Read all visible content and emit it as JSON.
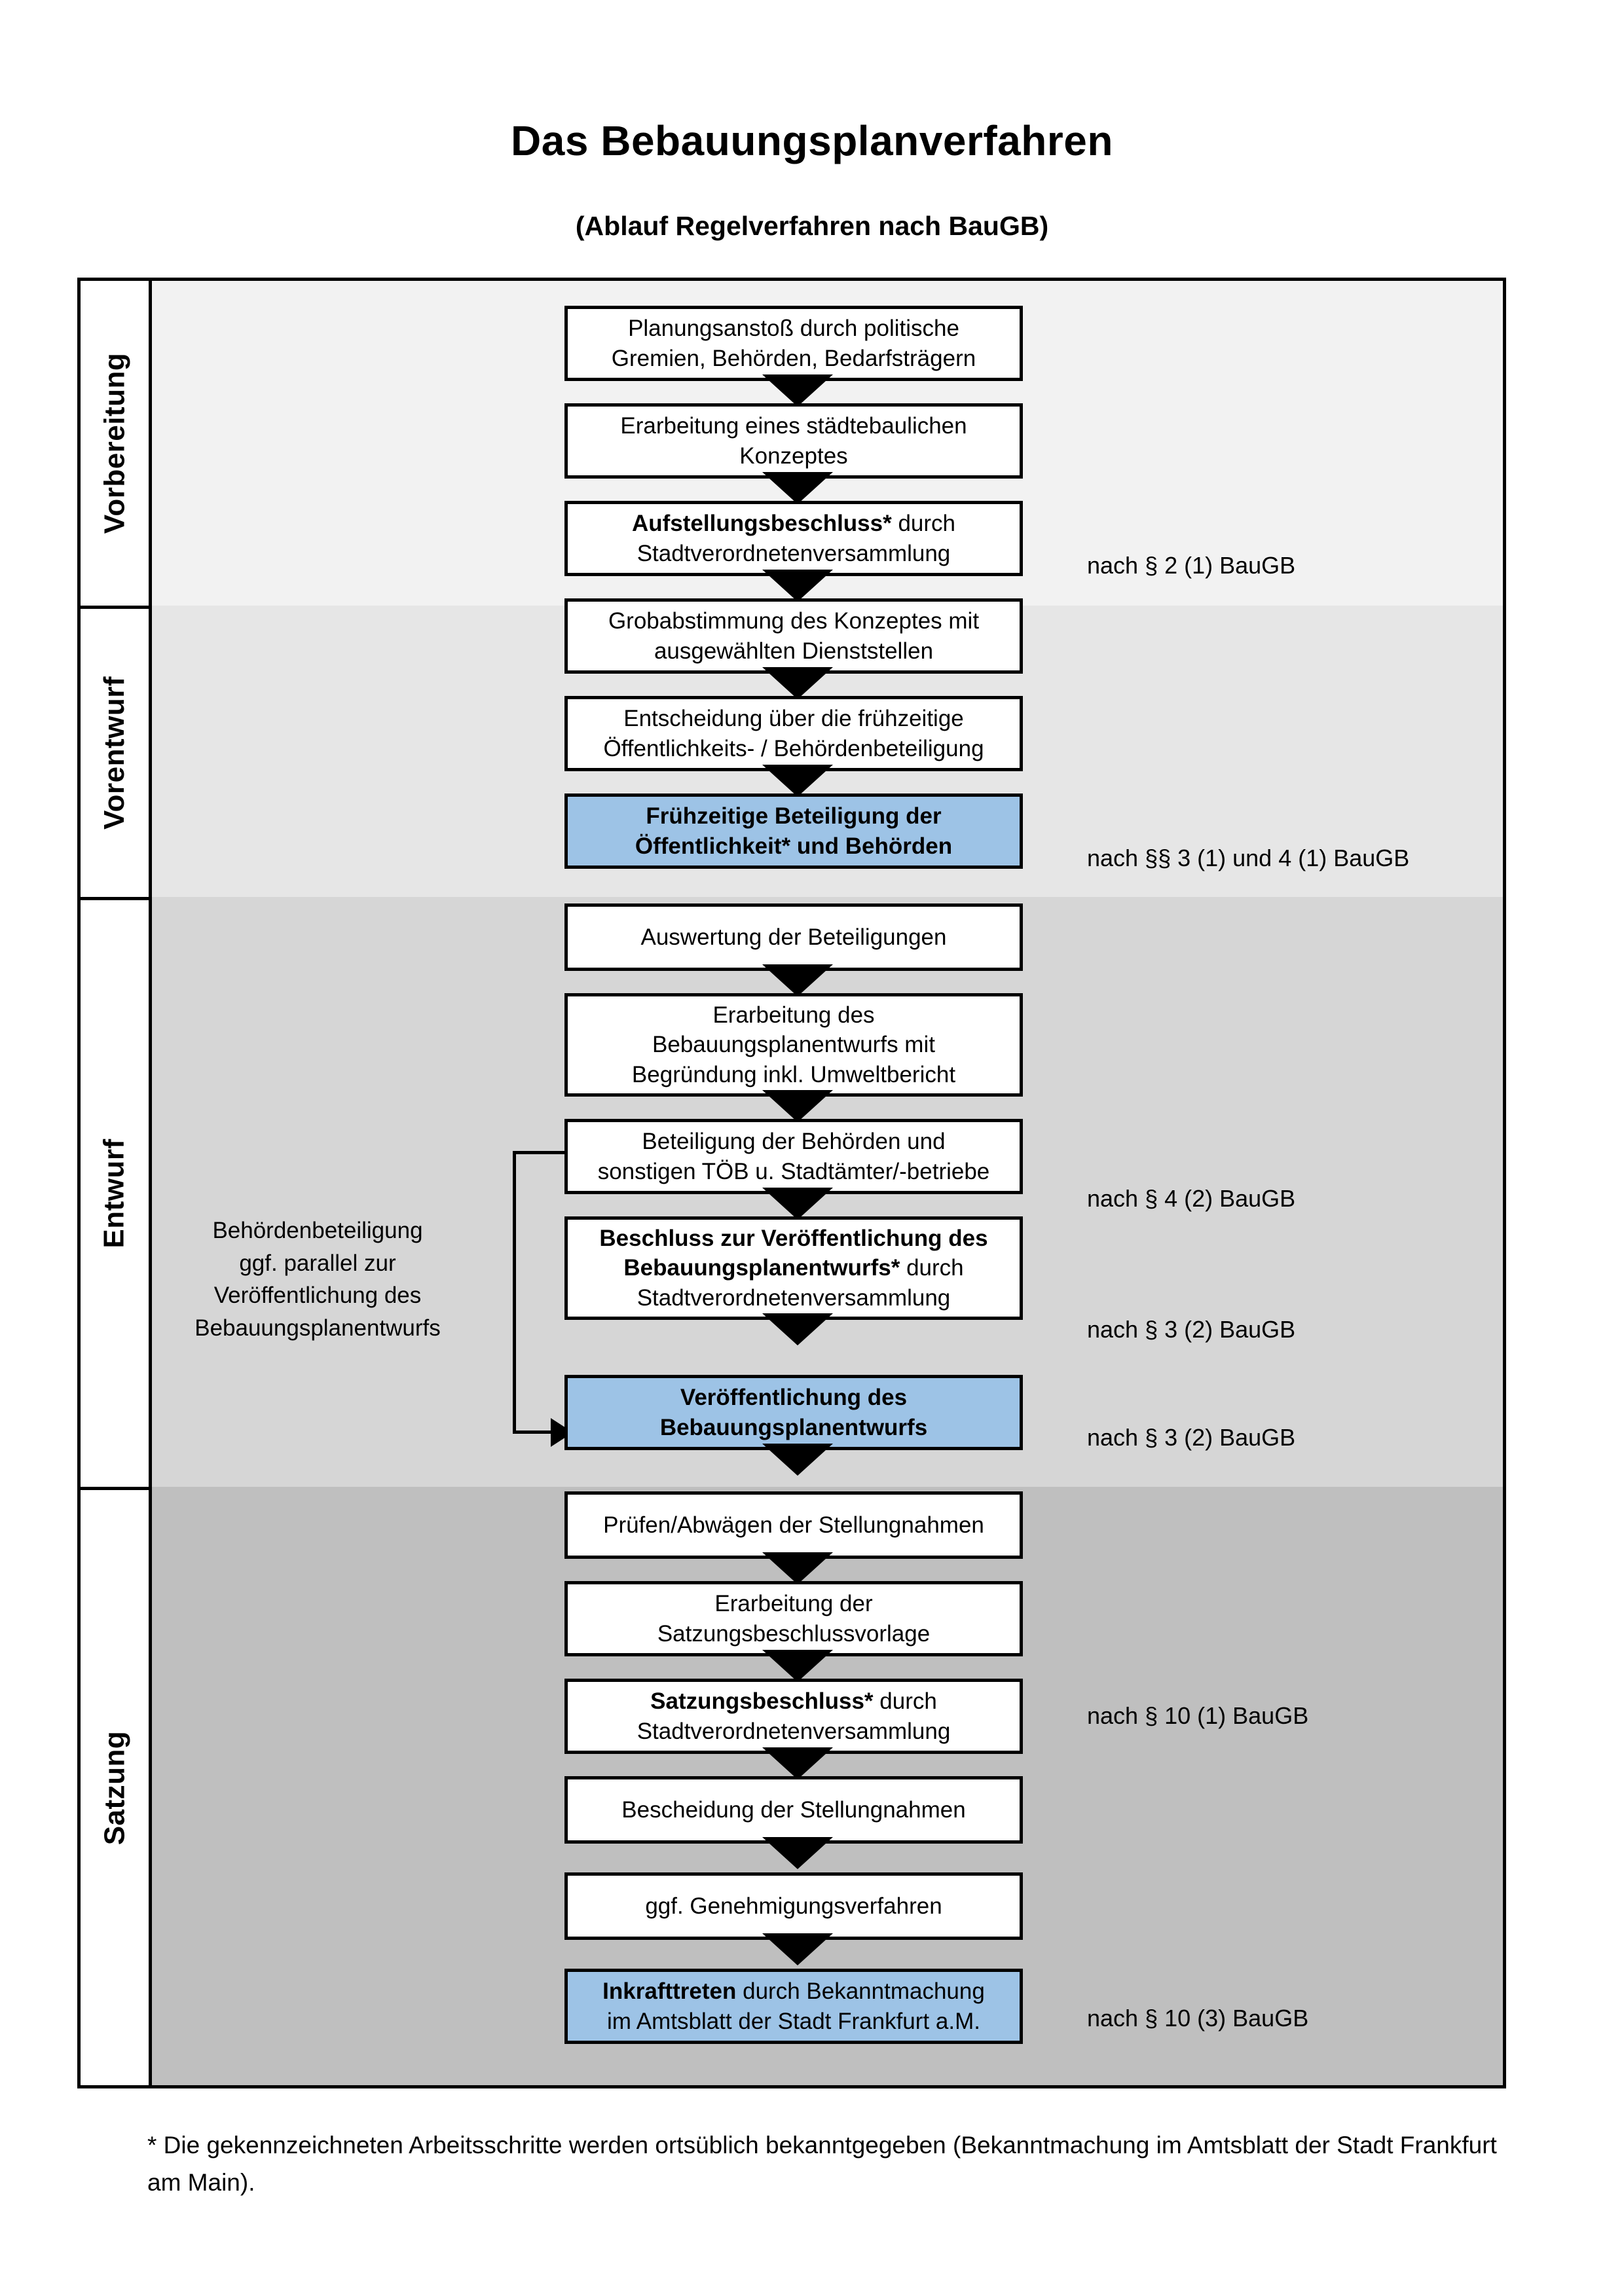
{
  "title": "Das Bebauungsplanverfahren",
  "subtitle": "(Ablauf Regelverfahren nach BauGB)",
  "colors": {
    "highlight_box": "#9DC3E6",
    "band_vorbereitung": "#F2F2F2",
    "band_vorentwurf": "#E6E6E6",
    "band_entwurf": "#D6D6D6",
    "band_satzung": "#BFBFBF",
    "outline": "#000000"
  },
  "phases": [
    {
      "label": "Vorbereitung"
    },
    {
      "label": "Vorentwurf"
    },
    {
      "label": "Entwurf"
    },
    {
      "label": "Satzung"
    }
  ],
  "steps": [
    {
      "id": "planungsanstoss",
      "phase": "Vorbereitung",
      "highlighted": false,
      "lines": [
        [
          {
            "text": "Planungsanstoß durch politische",
            "bold": false
          }
        ],
        [
          {
            "text": "Gremien, Behörden, Bedarfsträgern",
            "bold": false
          }
        ]
      ]
    },
    {
      "id": "staedtebauliches-konzept",
      "phase": "Vorbereitung",
      "highlighted": false,
      "lines": [
        [
          {
            "text": "Erarbeitung eines städtebaulichen",
            "bold": false
          }
        ],
        [
          {
            "text": "Konzeptes",
            "bold": false
          }
        ]
      ]
    },
    {
      "id": "aufstellungsbeschluss",
      "phase": "Vorbereitung",
      "highlighted": false,
      "lines": [
        [
          {
            "text": "Aufstellungsbeschluss*",
            "bold": true
          },
          {
            "text": " durch",
            "bold": false
          }
        ],
        [
          {
            "text": "Stadtverordnetenversammlung",
            "bold": false
          }
        ]
      ]
    },
    {
      "id": "grobabstimmung",
      "phase": "Vorentwurf",
      "highlighted": false,
      "lines": [
        [
          {
            "text": "Grobabstimmung des Konzeptes mit",
            "bold": false
          }
        ],
        [
          {
            "text": "ausgewählten Dienststellen",
            "bold": false
          }
        ]
      ]
    },
    {
      "id": "entscheidung-fruehzeitige-beteiligung",
      "phase": "Vorentwurf",
      "highlighted": false,
      "lines": [
        [
          {
            "text": "Entscheidung über die frühzeitige",
            "bold": false
          }
        ],
        [
          {
            "text": "Öffentlichkeits- / Behördenbeteiligung",
            "bold": false
          }
        ]
      ]
    },
    {
      "id": "fruehzeitige-beteiligung",
      "phase": "Vorentwurf",
      "highlighted": true,
      "lines": [
        [
          {
            "text": "Frühzeitige Beteiligung der",
            "bold": true
          }
        ],
        [
          {
            "text": "Öffentlichkeit* und Behörden",
            "bold": true
          }
        ]
      ]
    },
    {
      "id": "auswertung-beteiligungen",
      "phase": "Entwurf",
      "highlighted": false,
      "lines": [
        [
          {
            "text": "Auswertung der Beteiligungen",
            "bold": false
          }
        ]
      ]
    },
    {
      "id": "erarbeitung-entwurf",
      "phase": "Entwurf",
      "highlighted": false,
      "lines": [
        [
          {
            "text": "Erarbeitung des",
            "bold": false
          }
        ],
        [
          {
            "text": "Bebauungsplanentwurfs mit",
            "bold": false
          }
        ],
        [
          {
            "text": "Begründung inkl. Umweltbericht",
            "bold": false
          }
        ]
      ]
    },
    {
      "id": "beteiligung-behoerden-toeb",
      "phase": "Entwurf",
      "highlighted": false,
      "lines": [
        [
          {
            "text": "Beteiligung der Behörden und",
            "bold": false
          }
        ],
        [
          {
            "text": "sonstigen TÖB u. Stadtämter/-betriebe",
            "bold": false
          }
        ]
      ]
    },
    {
      "id": "beschluss-veroeffentlichung",
      "phase": "Entwurf",
      "highlighted": false,
      "lines": [
        [
          {
            "text": "Beschluss zur Veröffentlichung des",
            "bold": true
          }
        ],
        [
          {
            "text": "Bebauungsplanentwurfs*",
            "bold": true
          },
          {
            "text": " durch",
            "bold": false
          }
        ],
        [
          {
            "text": "Stadtverordnetenversammlung",
            "bold": false
          }
        ]
      ]
    },
    {
      "id": "veroeffentlichung-entwurf",
      "phase": "Entwurf",
      "highlighted": true,
      "lines": [
        [
          {
            "text": "Veröffentlichung des",
            "bold": true
          }
        ],
        [
          {
            "text": "Bebauungsplanentwurfs",
            "bold": true
          }
        ]
      ]
    },
    {
      "id": "pruefen-abwaegen",
      "phase": "Satzung",
      "highlighted": false,
      "lines": [
        [
          {
            "text": "Prüfen/Abwägen der Stellungnahmen",
            "bold": false
          }
        ]
      ]
    },
    {
      "id": "erarbeitung-satzungsvorlage",
      "phase": "Satzung",
      "highlighted": false,
      "lines": [
        [
          {
            "text": "Erarbeitung der",
            "bold": false
          }
        ],
        [
          {
            "text": "Satzungsbeschlussvorlage",
            "bold": false
          }
        ]
      ]
    },
    {
      "id": "satzungsbeschluss",
      "phase": "Satzung",
      "highlighted": false,
      "lines": [
        [
          {
            "text": "Satzungsbeschluss*",
            "bold": true
          },
          {
            "text": " durch",
            "bold": false
          }
        ],
        [
          {
            "text": "Stadtverordnetenversammlung",
            "bold": false
          }
        ]
      ]
    },
    {
      "id": "bescheidung-stellungnahmen",
      "phase": "Satzung",
      "highlighted": false,
      "lines": [
        [
          {
            "text": "Bescheidung der Stellungnahmen",
            "bold": false
          }
        ]
      ]
    },
    {
      "id": "genehmigungsverfahren",
      "phase": "Satzung",
      "highlighted": false,
      "lines": [
        [
          {
            "text": "ggf. Genehmigungsverfahren",
            "bold": false
          }
        ]
      ]
    },
    {
      "id": "inkrafttreten",
      "phase": "Satzung",
      "highlighted": true,
      "lines": [
        [
          {
            "text": "Inkrafttreten",
            "bold": true
          },
          {
            "text": " durch Bekanntmachung",
            "bold": false
          }
        ],
        [
          {
            "text": "im Amtsblatt der Stadt Frankfurt a.M.",
            "bold": false
          }
        ]
      ]
    }
  ],
  "law_references": [
    {
      "id": "ref-par2-1",
      "text": "nach § 2 (1) BauGB"
    },
    {
      "id": "ref-par3-1-4-1",
      "text": "nach §§ 3 (1) und 4 (1) BauGB"
    },
    {
      "id": "ref-par4-2",
      "text": "nach § 4 (2) BauGB"
    },
    {
      "id": "ref-par3-2-a",
      "text": "nach § 3 (2) BauGB"
    },
    {
      "id": "ref-par3-2-b",
      "text": "nach § 3 (2) BauGB"
    },
    {
      "id": "ref-par10-1",
      "text": "nach § 10 (1) BauGB"
    },
    {
      "id": "ref-par10-3",
      "text": "nach § 10 (3) BauGB"
    }
  ],
  "side_note": {
    "lines": [
      "Behördenbeteiligung",
      "ggf. parallel zur",
      "Veröffentlichung des",
      "Bebauungsplanentwurfs"
    ]
  },
  "footnote": "* Die gekennzeichneten Arbeitsschritte werden ortsüblich bekanntgegeben (Bekanntmachung im Amtsblatt  der Stadt Frankfurt am Main)."
}
